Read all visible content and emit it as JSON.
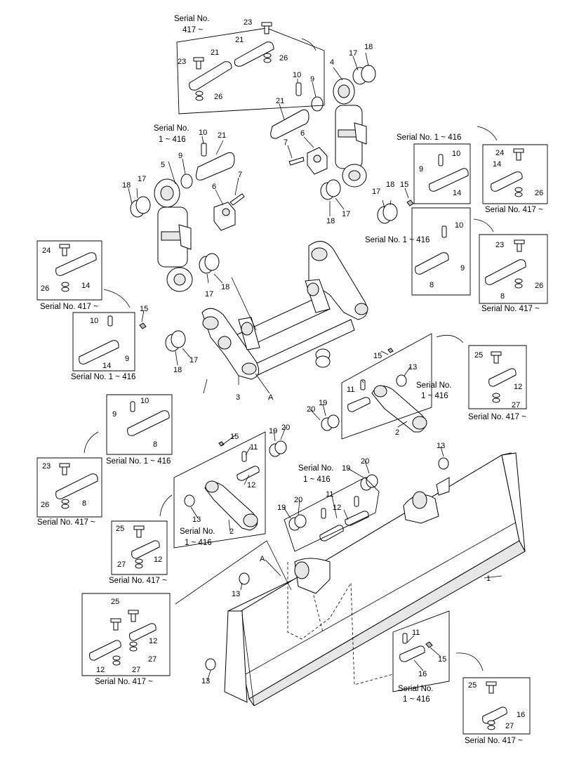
{
  "diagram": {
    "serial_labels": {
      "s417": "Serial No. 417 ~",
      "s1_416": "Serial No. 1 ~ 416",
      "serial_no": "Serial No.",
      "range_417": "417 ~",
      "range_1_416": "1 ~ 416"
    },
    "callouts": [
      "1",
      "2",
      "3",
      "4",
      "5",
      "6",
      "7",
      "8",
      "9",
      "10",
      "11",
      "12",
      "13",
      "14",
      "15",
      "16",
      "17",
      "18",
      "19",
      "20",
      "21",
      "23",
      "24",
      "25",
      "26",
      "27",
      "A"
    ]
  }
}
